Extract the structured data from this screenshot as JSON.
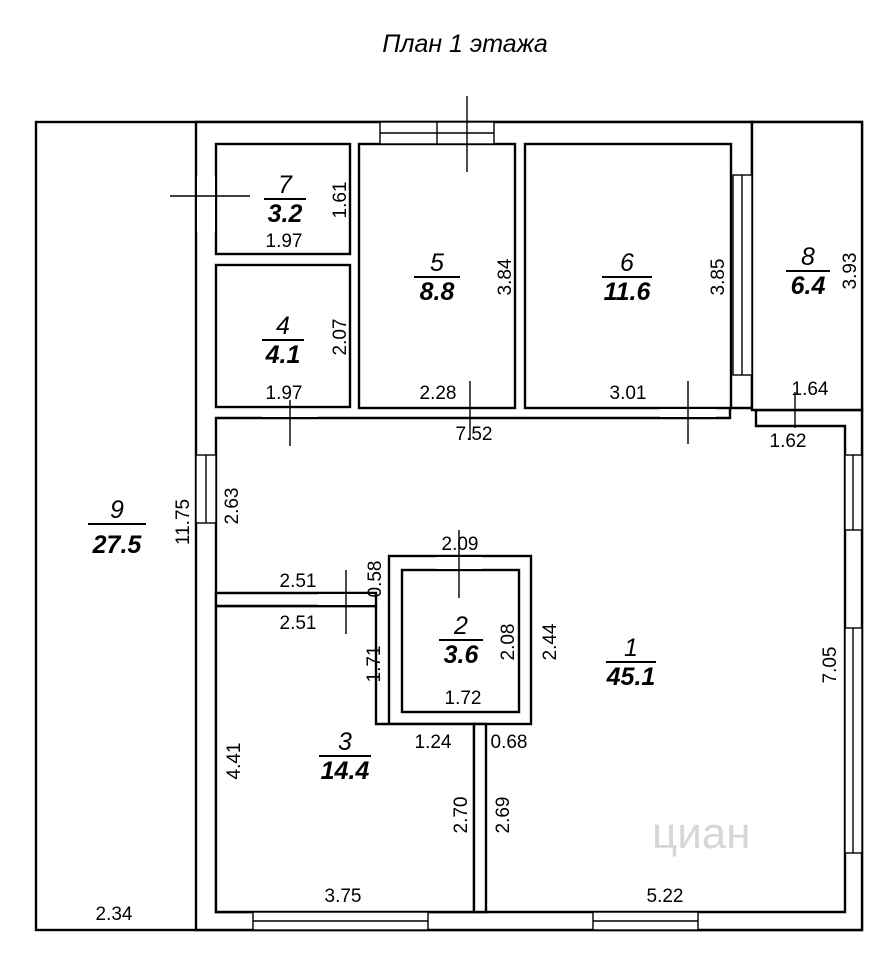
{
  "title": "План 1 этажа",
  "watermark": "циан",
  "rooms": [
    {
      "id": "1",
      "number": "1",
      "area": "45.1"
    },
    {
      "id": "2",
      "number": "2",
      "area": "3.6"
    },
    {
      "id": "3",
      "number": "3",
      "area": "14.4"
    },
    {
      "id": "4",
      "number": "4",
      "area": "4.1"
    },
    {
      "id": "5",
      "number": "5",
      "area": "8.8"
    },
    {
      "id": "6",
      "number": "6",
      "area": "11.6"
    },
    {
      "id": "7",
      "number": "7",
      "area": "3.2"
    },
    {
      "id": "8",
      "number": "8",
      "area": "6.4"
    },
    {
      "id": "9",
      "number": "9",
      "area": "27.5"
    }
  ],
  "dimensions": {
    "room7_height": "1.61",
    "room7_width": "1.97",
    "room4_height": "2.07",
    "room4_width": "1.97",
    "room5_height": "3.84",
    "room5_width": "2.28",
    "room6_height": "3.85",
    "room6_width": "3.01",
    "room8_height": "3.93",
    "room8_width": "1.64",
    "corridor_width": "7.52",
    "vestibule_width": "1.62",
    "hall_left_height": "2.63",
    "room9_height": "11.75",
    "room9_width": "2.34",
    "hall_width_a": "2.51",
    "hall_width_b": "2.51",
    "hall_gap": "0.58",
    "room2_outer_width": "2.09",
    "room2_height": "2.08",
    "room2_outer_height": "2.44",
    "room2_width": "1.72",
    "room3_upper_height": "1.71",
    "room3_width_top": "1.24",
    "hall_passage": "0.68",
    "room3_height": "4.41",
    "room3_right_height": "2.70",
    "hall_right_low": "2.69",
    "room1_height": "7.05",
    "room3_width": "3.75",
    "room1_width": "5.22"
  }
}
